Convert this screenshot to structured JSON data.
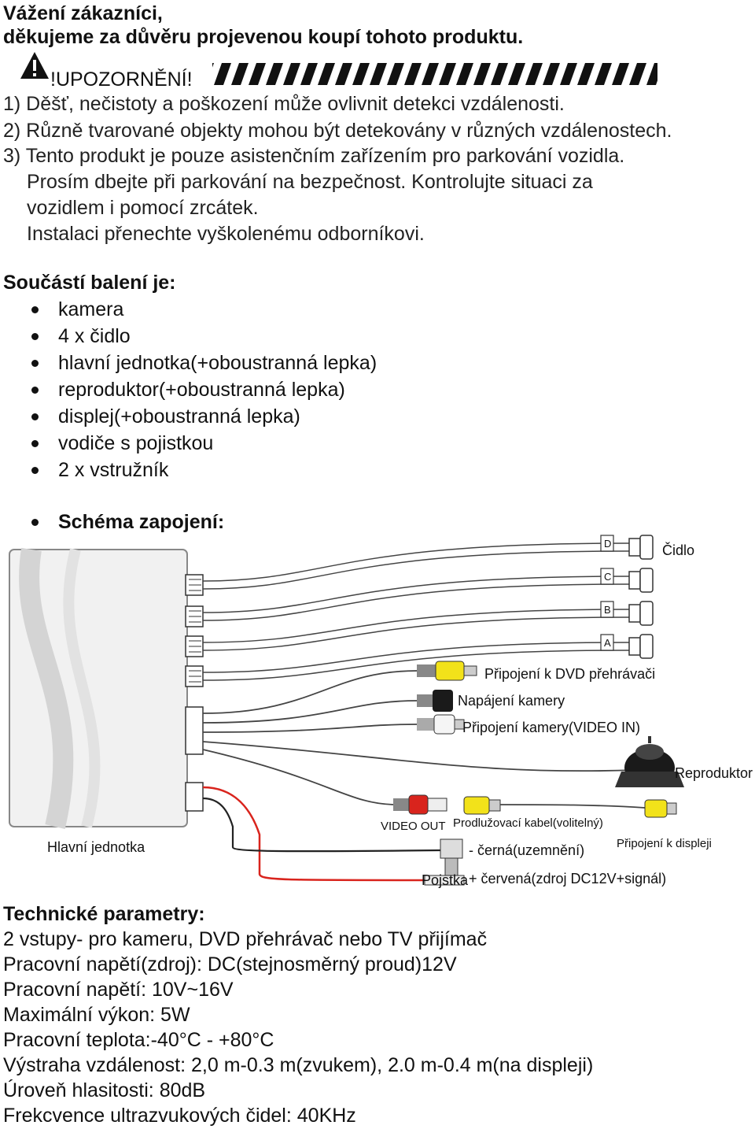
{
  "greeting": {
    "line1": "Vážení zákazníci,",
    "line2": "děkujeme za důvěru projevenou koupí tohoto produktu."
  },
  "warning": {
    "icon": "warning-triangle-icon",
    "title": "!UPOZORNĚNÍ!",
    "items": [
      "1) Děšť, nečistoty a poškození může ovlivnit detekci vzdálenosti.",
      "2) Různě tvarované objekty mohou být detekovány v různých vzdálenostech.",
      "3) Tento produkt je pouze asistenčním zařízením pro parkování vozidla."
    ],
    "continuation": [
      "Prosím dbejte  při parkování na bezpečnost. Kontrolujte situaci za",
      "vozidlem i pomocí zrcátek.",
      "Instalaci přenechte vyškolenému odborníkovi."
    ]
  },
  "package": {
    "heading": "Součástí balení je:",
    "items": [
      "kamera",
      "4 x čidlo",
      "hlavní jednotka(+oboustranná lepka)",
      "reproduktor(+oboustranná lepka)",
      "displej(+oboustranná lepka)",
      "vodiče s pojistkou",
      "2 x vstružník"
    ]
  },
  "diagram": {
    "heading": "Schéma zapojení:",
    "sensor_letters": [
      "D",
      "C",
      "B",
      "A"
    ],
    "sensor_label": "Čidlo",
    "label_dvd": "Připojení k DVD přehrávači",
    "label_camera_power": "Napájení kamery",
    "label_camera_video": "Připojení kamery(VIDEO IN)",
    "label_speaker": "Reproduktor",
    "label_video_out": "VIDEO OUT",
    "label_extension": "Prodlužovací kabel(volitelný)",
    "label_display": "Připojení k displeji",
    "label_ground": "- černá(uzemnění)",
    "label_fuse": "Pojstka",
    "label_power": "+ červená(zdroj DC12V+signál)",
    "label_main_unit": "Hlavní jednotka",
    "colors": {
      "yellow": "#f2e21a",
      "red": "#d9241d",
      "black": "#1a1a1a"
    }
  },
  "specs": {
    "heading": "Technické parametry:",
    "lines": [
      "2 vstupy- pro kameru, DVD přehrávač nebo TV přijímač",
      "Pracovní napětí(zdroj): DC(stejnosměrný proud)12V",
      "Pracovní napětí: 10V~16V",
      "Maximální výkon: 5W",
      "Pracovní teplota:-40°C - +80°C",
      "Výstraha vzdálenost: 2,0 m-0.3 m(zvukem), 2.0 m-0.4 m(na displeji)",
      "Úroveň hlasitosti: 80dB",
      "Frekcvence ultrazvukových čidel: 40KHz"
    ]
  }
}
